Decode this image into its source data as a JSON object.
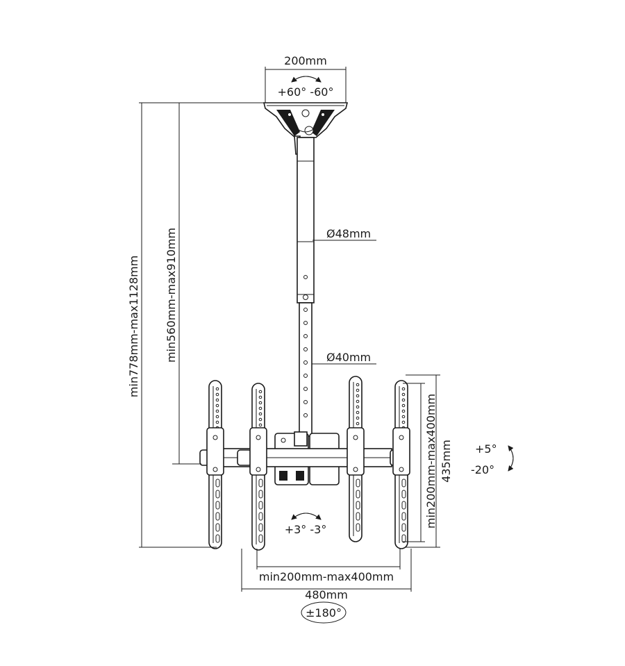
{
  "labels": {
    "plate_width": "200mm",
    "plate_swivel": "+60° -60°",
    "tube_upper_diameter": "Ø48mm",
    "tube_lower_diameter": "Ø40mm",
    "height_total": "min778mm-max1128mm",
    "height_pole": "min560mm-max910mm",
    "tilt_up": "+5°",
    "tilt_down": "-20°",
    "vesa_vertical": "min200mm-max400mm",
    "arm_height": "435mm",
    "roll": "+3°  -3°",
    "vesa_horizontal": "min200mm-max400mm",
    "bar_width": "480mm",
    "rotation": "±180°"
  },
  "colors": {
    "line": "#1a1a1a",
    "background": "#ffffff"
  }
}
